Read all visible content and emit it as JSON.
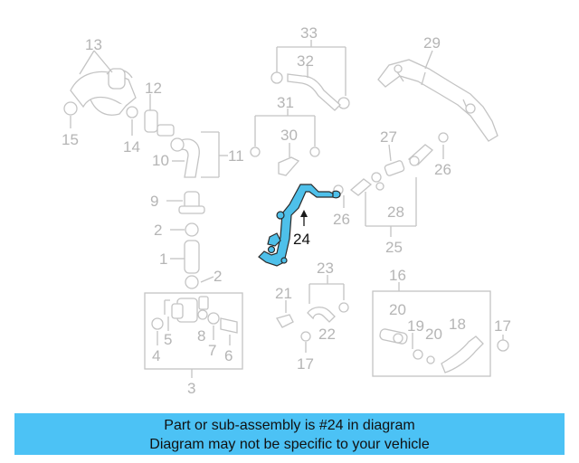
{
  "callouts": {
    "c1": "1",
    "c2a": "2",
    "c2b": "2",
    "c3": "3",
    "c4": "4",
    "c5": "5",
    "c6": "6",
    "c7": "7",
    "c8": "8",
    "c9": "9",
    "c10": "10",
    "c11": "11",
    "c12": "12",
    "c13": "13",
    "c14": "14",
    "c15": "15",
    "c16": "16",
    "c17a": "17",
    "c17b": "17",
    "c18": "18",
    "c19": "19",
    "c20a": "20",
    "c20b": "20",
    "c21": "21",
    "c22": "22",
    "c23": "23",
    "c24": "24",
    "c25": "25",
    "c26a": "26",
    "c26b": "26",
    "c27": "27",
    "c28": "28",
    "c29": "29",
    "c30": "30",
    "c31": "31",
    "c32": "32",
    "c33": "33"
  },
  "highlight": {
    "part_number": "24",
    "color": "#4ec0ea"
  },
  "banner": {
    "line1": "Part or sub-assembly is #24 in diagram",
    "line2": "Diagram may not be specific to your vehicle",
    "color": "#4cc2f5"
  }
}
